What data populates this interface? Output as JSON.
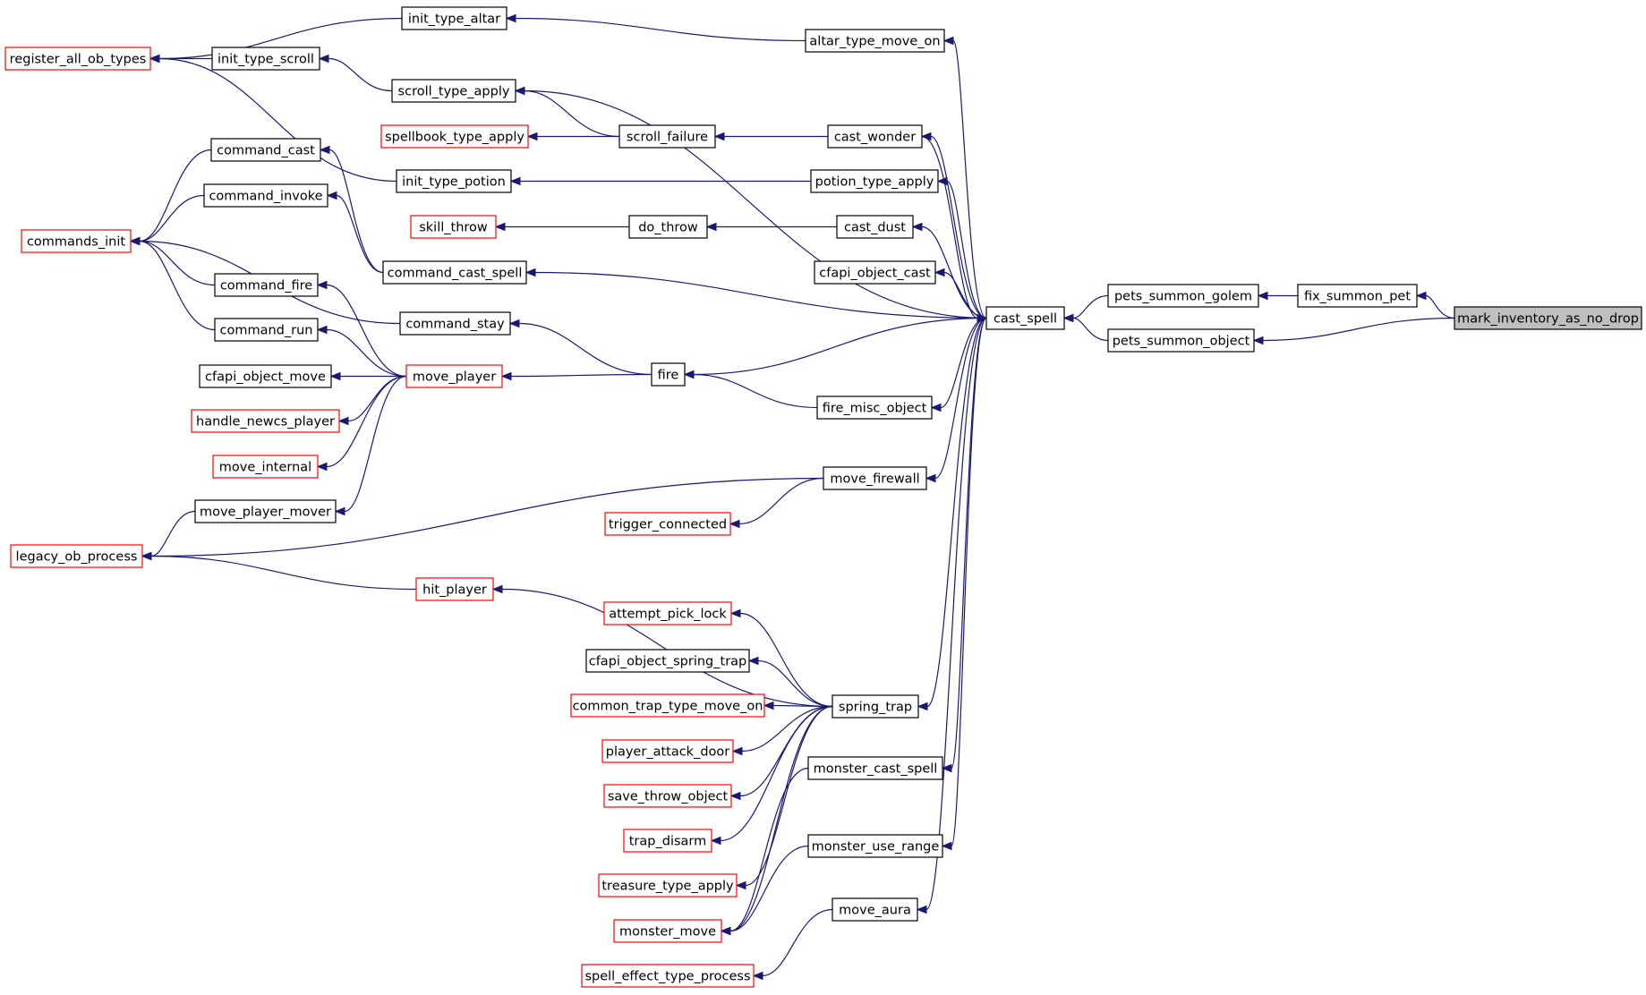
{
  "diagram": {
    "type": "call-graph",
    "colors": {
      "edge": "#191970",
      "border_default": "#000000",
      "border_truncated": "#ff0000",
      "focus_fill": "#bfbfbf"
    },
    "nodes": [
      {
        "id": "mark_inventory_as_no_drop",
        "label": "mark_inventory_as_no_drop",
        "style": "focus"
      },
      {
        "id": "fix_summon_pet",
        "label": "fix_summon_pet",
        "style": "black"
      },
      {
        "id": "pets_summon_golem",
        "label": "pets_summon_golem",
        "style": "black"
      },
      {
        "id": "pets_summon_object",
        "label": "pets_summon_object",
        "style": "black"
      },
      {
        "id": "cast_spell",
        "label": "cast_spell",
        "style": "black"
      },
      {
        "id": "altar_type_move_on",
        "label": "altar_type_move_on",
        "style": "black"
      },
      {
        "id": "scroll_type_apply",
        "label": "scroll_type_apply",
        "style": "black"
      },
      {
        "id": "cast_wonder",
        "label": "cast_wonder",
        "style": "black"
      },
      {
        "id": "potion_type_apply",
        "label": "potion_type_apply",
        "style": "black"
      },
      {
        "id": "cast_dust",
        "label": "cast_dust",
        "style": "black"
      },
      {
        "id": "command_cast_spell",
        "label": "command_cast_spell",
        "style": "black"
      },
      {
        "id": "cfapi_object_cast",
        "label": "cfapi_object_cast",
        "style": "black"
      },
      {
        "id": "fire",
        "label": "fire",
        "style": "black"
      },
      {
        "id": "fire_misc_object",
        "label": "fire_misc_object",
        "style": "black"
      },
      {
        "id": "move_firewall",
        "label": "move_firewall",
        "style": "black"
      },
      {
        "id": "spring_trap",
        "label": "spring_trap",
        "style": "black"
      },
      {
        "id": "monster_cast_spell",
        "label": "monster_cast_spell",
        "style": "black"
      },
      {
        "id": "monster_use_range",
        "label": "monster_use_range",
        "style": "black"
      },
      {
        "id": "move_aura",
        "label": "move_aura",
        "style": "black"
      },
      {
        "id": "init_type_altar",
        "label": "init_type_altar",
        "style": "black"
      },
      {
        "id": "init_type_scroll",
        "label": "init_type_scroll",
        "style": "black"
      },
      {
        "id": "register_all_ob_types",
        "label": "register_all_ob_types",
        "style": "red"
      },
      {
        "id": "scroll_failure",
        "label": "scroll_failure",
        "style": "black"
      },
      {
        "id": "spellbook_type_apply",
        "label": "spellbook_type_apply",
        "style": "red"
      },
      {
        "id": "init_type_potion",
        "label": "init_type_potion",
        "style": "black"
      },
      {
        "id": "do_throw",
        "label": "do_throw",
        "style": "black"
      },
      {
        "id": "skill_throw",
        "label": "skill_throw",
        "style": "red"
      },
      {
        "id": "command_cast",
        "label": "command_cast",
        "style": "black"
      },
      {
        "id": "command_invoke",
        "label": "command_invoke",
        "style": "black"
      },
      {
        "id": "commands_init",
        "label": "commands_init",
        "style": "red"
      },
      {
        "id": "command_fire",
        "label": "command_fire",
        "style": "black"
      },
      {
        "id": "command_run",
        "label": "command_run",
        "style": "black"
      },
      {
        "id": "command_stay",
        "label": "command_stay",
        "style": "black"
      },
      {
        "id": "move_player",
        "label": "move_player",
        "style": "red"
      },
      {
        "id": "cfapi_object_move",
        "label": "cfapi_object_move",
        "style": "black"
      },
      {
        "id": "handle_newcs_player",
        "label": "handle_newcs_player",
        "style": "red"
      },
      {
        "id": "move_internal",
        "label": "move_internal",
        "style": "red"
      },
      {
        "id": "move_player_mover",
        "label": "move_player_mover",
        "style": "black"
      },
      {
        "id": "legacy_ob_process",
        "label": "legacy_ob_process",
        "style": "red"
      },
      {
        "id": "trigger_connected",
        "label": "trigger_connected",
        "style": "red"
      },
      {
        "id": "hit_player",
        "label": "hit_player",
        "style": "red"
      },
      {
        "id": "attempt_pick_lock",
        "label": "attempt_pick_lock",
        "style": "red"
      },
      {
        "id": "cfapi_object_spring_trap",
        "label": "cfapi_object_spring_trap",
        "style": "black"
      },
      {
        "id": "common_trap_type_move_on",
        "label": "common_trap_type_move_on",
        "style": "red"
      },
      {
        "id": "player_attack_door",
        "label": "player_attack_door",
        "style": "red"
      },
      {
        "id": "save_throw_object",
        "label": "save_throw_object",
        "style": "red"
      },
      {
        "id": "trap_disarm",
        "label": "trap_disarm",
        "style": "red"
      },
      {
        "id": "treasure_type_apply",
        "label": "treasure_type_apply",
        "style": "red"
      },
      {
        "id": "monster_move",
        "label": "monster_move",
        "style": "red"
      },
      {
        "id": "spell_effect_type_process",
        "label": "spell_effect_type_process",
        "style": "red"
      }
    ],
    "edges": [
      [
        "fix_summon_pet",
        "mark_inventory_as_no_drop"
      ],
      [
        "pets_summon_object",
        "mark_inventory_as_no_drop"
      ],
      [
        "pets_summon_golem",
        "fix_summon_pet"
      ],
      [
        "cast_spell",
        "pets_summon_golem"
      ],
      [
        "cast_spell",
        "pets_summon_object"
      ],
      [
        "altar_type_move_on",
        "cast_spell"
      ],
      [
        "scroll_type_apply",
        "cast_spell"
      ],
      [
        "cast_wonder",
        "cast_spell"
      ],
      [
        "cast_spell",
        "cast_wonder"
      ],
      [
        "potion_type_apply",
        "cast_spell"
      ],
      [
        "cast_dust",
        "cast_spell"
      ],
      [
        "command_cast_spell",
        "cast_spell"
      ],
      [
        "cfapi_object_cast",
        "cast_spell"
      ],
      [
        "fire",
        "cast_spell"
      ],
      [
        "fire_misc_object",
        "cast_spell"
      ],
      [
        "move_firewall",
        "cast_spell"
      ],
      [
        "spring_trap",
        "cast_spell"
      ],
      [
        "monster_cast_spell",
        "cast_spell"
      ],
      [
        "monster_use_range",
        "cast_spell"
      ],
      [
        "move_aura",
        "cast_spell"
      ],
      [
        "init_type_altar",
        "altar_type_move_on"
      ],
      [
        "register_all_ob_types",
        "init_type_altar"
      ],
      [
        "register_all_ob_types",
        "init_type_scroll"
      ],
      [
        "init_type_scroll",
        "scroll_type_apply"
      ],
      [
        "register_all_ob_types",
        "init_type_potion"
      ],
      [
        "scroll_type_apply",
        "scroll_failure"
      ],
      [
        "spellbook_type_apply",
        "scroll_failure"
      ],
      [
        "scroll_failure",
        "cast_wonder"
      ],
      [
        "init_type_potion",
        "potion_type_apply"
      ],
      [
        "skill_throw",
        "do_throw"
      ],
      [
        "do_throw",
        "cast_dust"
      ],
      [
        "command_cast",
        "command_cast_spell"
      ],
      [
        "command_invoke",
        "command_cast_spell"
      ],
      [
        "commands_init",
        "command_cast"
      ],
      [
        "commands_init",
        "command_invoke"
      ],
      [
        "commands_init",
        "command_fire"
      ],
      [
        "commands_init",
        "command_run"
      ],
      [
        "commands_init",
        "command_stay"
      ],
      [
        "command_stay",
        "fire"
      ],
      [
        "move_player",
        "fire"
      ],
      [
        "fire",
        "fire_misc_object"
      ],
      [
        "command_fire",
        "move_player"
      ],
      [
        "command_run",
        "move_player"
      ],
      [
        "cfapi_object_move",
        "move_player"
      ],
      [
        "handle_newcs_player",
        "move_player"
      ],
      [
        "move_internal",
        "move_player"
      ],
      [
        "move_player_mover",
        "move_player"
      ],
      [
        "legacy_ob_process",
        "move_player_mover"
      ],
      [
        "legacy_ob_process",
        "move_firewall"
      ],
      [
        "trigger_connected",
        "move_firewall"
      ],
      [
        "legacy_ob_process",
        "hit_player"
      ],
      [
        "hit_player",
        "spring_trap"
      ],
      [
        "attempt_pick_lock",
        "spring_trap"
      ],
      [
        "cfapi_object_spring_trap",
        "spring_trap"
      ],
      [
        "common_trap_type_move_on",
        "spring_trap"
      ],
      [
        "player_attack_door",
        "spring_trap"
      ],
      [
        "save_throw_object",
        "spring_trap"
      ],
      [
        "trap_disarm",
        "spring_trap"
      ],
      [
        "treasure_type_apply",
        "spring_trap"
      ],
      [
        "monster_move",
        "spring_trap"
      ],
      [
        "monster_move",
        "monster_cast_spell"
      ],
      [
        "monster_move",
        "monster_use_range"
      ],
      [
        "spell_effect_type_process",
        "move_aura"
      ]
    ]
  }
}
